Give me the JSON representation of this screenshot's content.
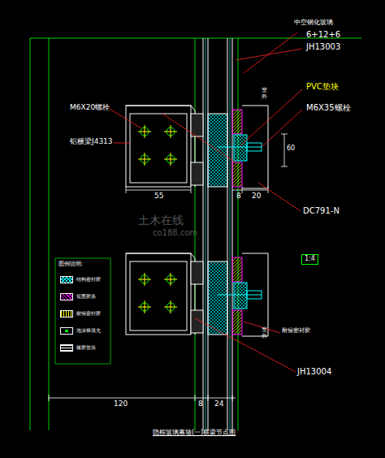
{
  "diagram": {
    "caption": "隐框玻璃幕墙(一)横梁节点图",
    "nodes": [
      {
        "text": [
          "1:4"
        ]
      }
    ],
    "labels": [
      "中空钢化玻璃",
      "6+12+6",
      "JH13003",
      "M6X20螺栓",
      "铝横梁J4313",
      "PVC垫块",
      "M6X35螺栓",
      "60",
      "55",
      "8",
      "20",
      "DC791-N",
      "室外",
      "室外",
      "耐候密封胶",
      "JH13004",
      "120",
      "8",
      "24",
      "图例说明:",
      "土木在线",
      "co188.com"
    ],
    "legend": [
      {
        "text": "结构密封胶"
      },
      {
        "text": "双面胶条"
      },
      {
        "text": "耐候密封胶"
      },
      {
        "text": "泡沫棒填充"
      },
      {
        "text": "橡胶垫块"
      }
    ]
  }
}
